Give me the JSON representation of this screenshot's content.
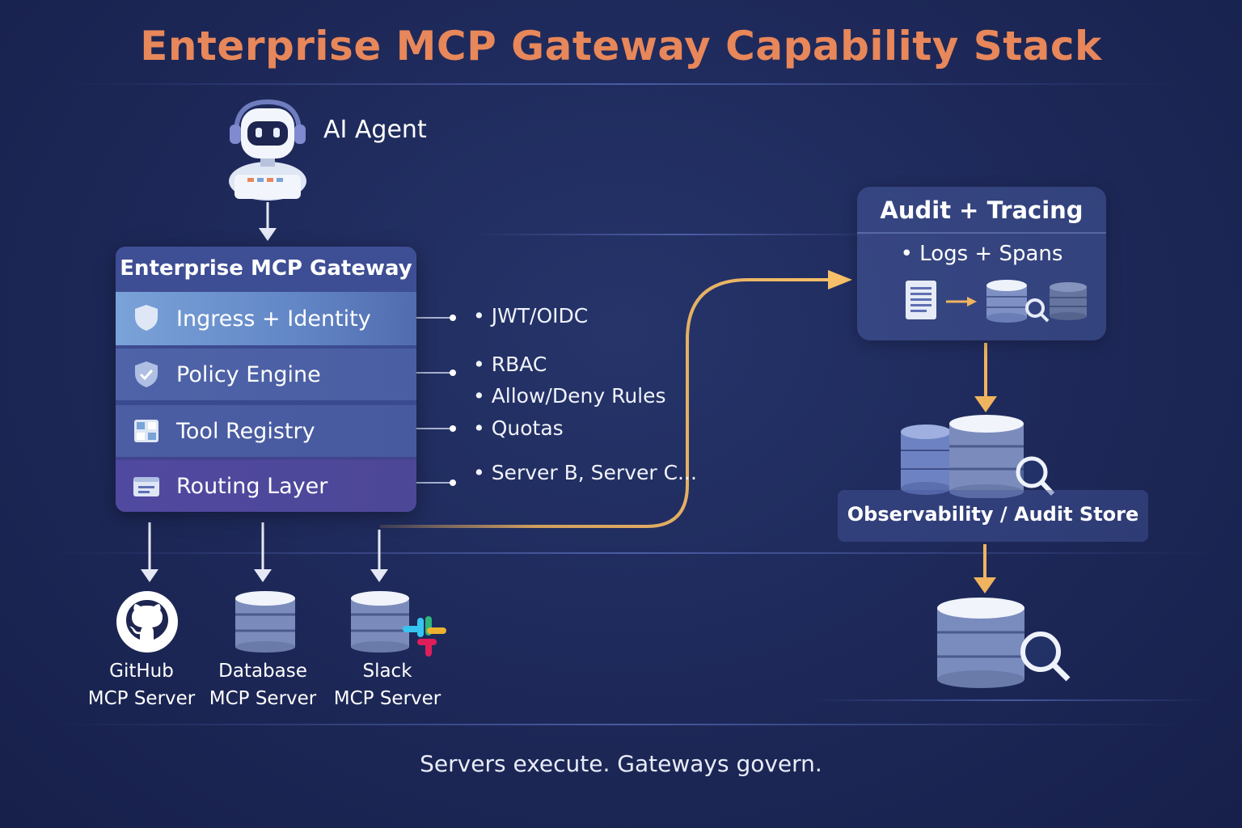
{
  "title": "Enterprise MCP Gateway Capability Stack",
  "agent": {
    "label": "AI Agent",
    "icon": "robot-headset-icon"
  },
  "gateway": {
    "title": "Enterprise MCP Gateway",
    "layers": [
      {
        "label": "Ingress + Identity",
        "icon": "shield-icon"
      },
      {
        "label": "Policy Engine",
        "icon": "shield-check-icon"
      },
      {
        "label": "Tool Registry",
        "icon": "grid-icon"
      },
      {
        "label": "Routing Layer",
        "icon": "window-icon"
      }
    ]
  },
  "bullets": [
    "• JWT/OIDC",
    "• RBAC",
    "• Allow/Deny Rules",
    "• Quotas",
    "• Server B, Server C..."
  ],
  "audit": {
    "title": "Audit + Tracing",
    "bullet": "• Logs + Spans"
  },
  "observability": {
    "label": "Observability / Audit Store"
  },
  "servers": [
    {
      "line1": "GitHub",
      "line2": "MCP Server",
      "icon": "github-icon"
    },
    {
      "line1": "Database",
      "line2": "MCP Server",
      "icon": "database-icon"
    },
    {
      "line1": "Slack",
      "line2": "MCP Server",
      "icon": "slack-icon"
    }
  ],
  "tagline": "Servers execute. Gateways govern.",
  "colors": {
    "title": "#e8875a",
    "flow_arrow": "#f0b45e",
    "background": "#1d2858"
  }
}
